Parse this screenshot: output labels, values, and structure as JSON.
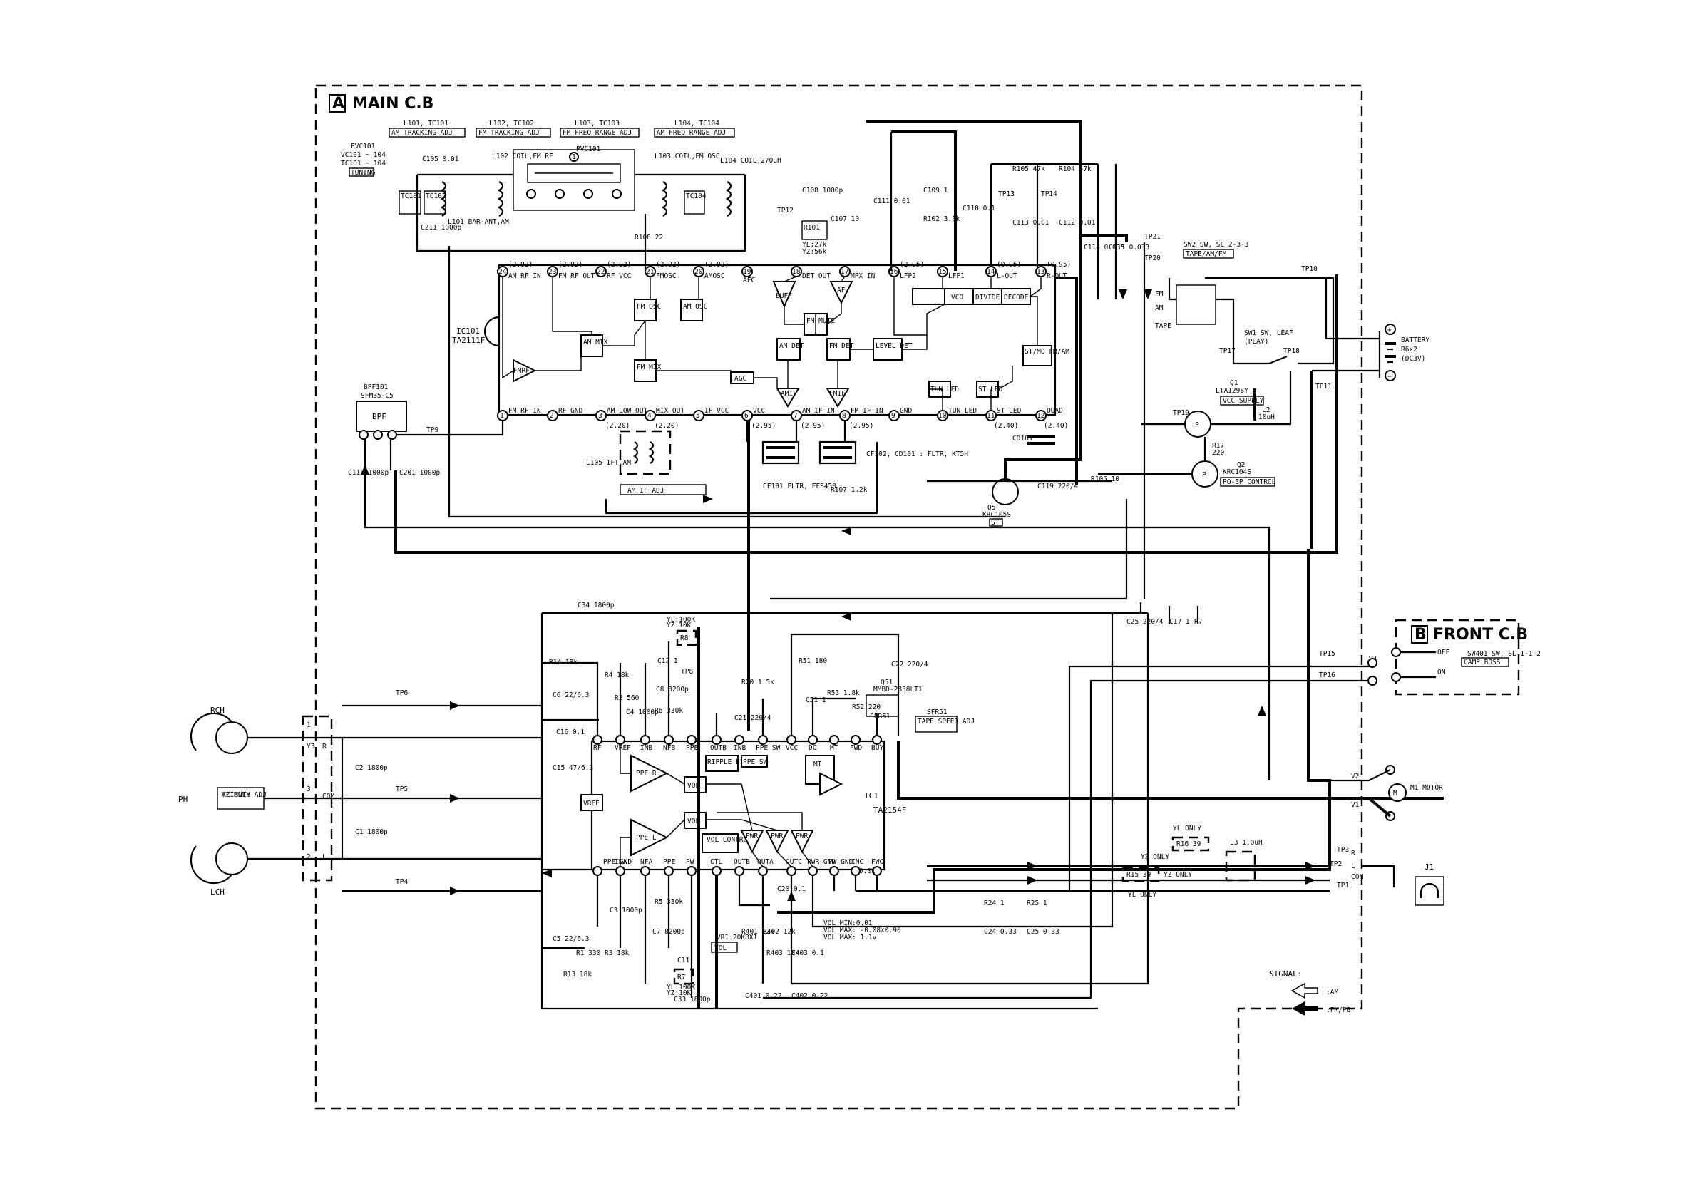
{
  "boards": {
    "main_title": "MAIN C.B",
    "main_letter": "A",
    "front_title": "FRONT C.B",
    "front_letter": "B"
  },
  "ic101": {
    "ref": "IC101",
    "part": "TA2111F"
  },
  "ic1": {
    "ref": "IC1",
    "part": "TA2154F"
  },
  "coil_headers": [
    {
      "ref": "L101, TC101",
      "desc": "AM TRACKING ADJ"
    },
    {
      "ref": "L102, TC102",
      "desc": "FM TRACKING ADJ"
    },
    {
      "ref": "L103, TC103",
      "desc": "FM FREQ RANGE ADJ"
    },
    {
      "ref": "L104, TC104",
      "desc": "AM FREQ RANGE ADJ"
    }
  ],
  "tuning": {
    "ref": "PVC101",
    "desc1": "VC101 ~ 104",
    "desc2": "TC101 ~ 104",
    "badge": "TUNING"
  },
  "ic101_pins": [
    {
      "num": "24",
      "name": "AM RF IN",
      "v": "(2.92)"
    },
    {
      "num": "23",
      "name": "FM RF OUT",
      "v": "(2.92)"
    },
    {
      "num": "22",
      "name": "RF VCC",
      "v": "(2.92)"
    },
    {
      "num": "21",
      "name": "FMOSC",
      "v": "(2.92)"
    },
    {
      "num": "20",
      "name": "AMOSC",
      "v": "(2.92)"
    },
    {
      "num": "19",
      "name": "AFC",
      "v": ""
    },
    {
      "num": "18",
      "name": "DET OUT",
      "v": ""
    },
    {
      "num": "17",
      "name": "MPX IN",
      "v": ""
    },
    {
      "num": "16",
      "name": "LFP2",
      "v": "(2.95)"
    },
    {
      "num": "15",
      "name": "LFP1",
      "v": ""
    },
    {
      "num": "14",
      "name": "L-OUT",
      "v": "(0.95)"
    },
    {
      "num": "13",
      "name": "R-OUT",
      "v": "(0.95)"
    },
    {
      "num": "1",
      "name": "FM RF IN",
      "v": ""
    },
    {
      "num": "2",
      "name": "RF GND",
      "v": ""
    },
    {
      "num": "3",
      "name": "AM LOW OUT",
      "v": "(2.20)"
    },
    {
      "num": "4",
      "name": "MIX OUT",
      "v": "(2.20)"
    },
    {
      "num": "5",
      "name": "IF VCC",
      "v": ""
    },
    {
      "num": "6",
      "name": "VCC",
      "v": "(2.95)"
    },
    {
      "num": "7",
      "name": "AM IF IN",
      "v": "(2.95)"
    },
    {
      "num": "8",
      "name": "FM IF IN",
      "v": "(2.95)"
    },
    {
      "num": "9",
      "name": "GND",
      "v": ""
    },
    {
      "num": "10",
      "name": "TUN LED",
      "v": ""
    },
    {
      "num": "11",
      "name": "ST LED",
      "v": "(2.40)"
    },
    {
      "num": "12",
      "name": "QUAD",
      "v": "(2.40)"
    }
  ],
  "ic101_blocks": [
    "AM MIX",
    "FM OSC",
    "AM OSC",
    "FM MIX",
    "FM MUTE",
    "AM DET",
    "FM DET",
    "LEVEL DET",
    "AGC",
    "AMIF",
    "FMIF",
    "BUFF",
    "AF",
    "FMRF",
    "VCO",
    "DIVIDE",
    "DECODE",
    "ST/MO FM/AM",
    "TUN LED",
    "ST LED"
  ],
  "ic1_blocks": [
    "PPE R",
    "PPE L",
    "VOL",
    "VOL",
    "VOL CONTROL",
    "RIPPLE FILTER",
    "PPE SW",
    "PWR",
    "PWR",
    "PWR",
    "VREF",
    "MT"
  ],
  "ic1_pin_row_top": [
    "RF",
    "VREF",
    "INB",
    "NFB",
    "PPE",
    "OUTB",
    "INB",
    "PPE SW",
    "VCC",
    "DC",
    "MT",
    "FWD",
    "BUY"
  ],
  "ic1_pin_row_bot": [
    "PPE GND",
    "INA",
    "NFA",
    "PPE",
    "PW",
    "CTL",
    "OUTB",
    "OUTA",
    "OUTC",
    "PWR GND",
    "PW GND",
    "INC",
    "FWC"
  ],
  "bpf": {
    "ref": "BPF101",
    "part": "SFMB5-C5",
    "name": "BPF"
  },
  "cf_notes": {
    "cf101": "CF101 FLTR, FFS450",
    "note": "CF102, CD101 : FLTR, KT5H"
  },
  "transistors": [
    {
      "ref": "Q1",
      "part": "LTA1298Y",
      "tag": "VCC SUPPLY"
    },
    {
      "ref": "Q2",
      "part": "KRC104S",
      "tag": "PO-EP CONTROL"
    },
    {
      "ref": "Q5",
      "part": "KRC105S"
    }
  ],
  "power": {
    "battery": "BATTERY R6x2 (DC3V)",
    "sw2": "SW2 SW, SL 2-3-3",
    "sw2_tag": "TAPE/AM/FM",
    "sw1": "SW1 SW, LEAF",
    "sw1_tag": "(PLAY)",
    "motor": "M1 MOTOR"
  },
  "front_cb": {
    "sw": "SW401 SW, SL 1-1-2",
    "tag": "CAMP BOSS",
    "off": "OFF",
    "on": "ON"
  },
  "headphone": {
    "ref": "J1",
    "labels": [
      "R",
      "L",
      "COM"
    ]
  },
  "heads": {
    "rch": "RCH",
    "lch": "LCH",
    "ph": "PH",
    "azimuth": "AZIMUTH ADJ"
  },
  "vol_notes": [
    "VOL MIN:0.01",
    "VOL MAX: -0.08x0.90",
    "VOL MAX: 1.1v"
  ],
  "signal_legend": {
    "title": "SIGNAL:",
    "am": ":AM",
    "fm": ":FM/PB"
  },
  "misc_labels": {
    "tape_speed": "TAPE SPEED ADJ",
    "sfr51": "SFR51",
    "vr1": "VR1 20KBX1",
    "vol": "VOL",
    "am_if_adj": "AM IF ADJ",
    "yl_only": "YL ONLY",
    "yz_only": "YZ ONLY",
    "r15": "R15 39",
    "r16": "R16 39",
    "l3": "L3 1.0uH"
  }
}
